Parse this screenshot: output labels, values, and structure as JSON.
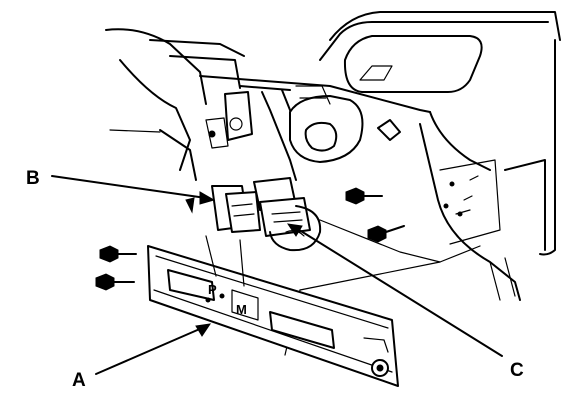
{
  "callouts": {
    "a": "A",
    "b": "B",
    "c": "C"
  },
  "part_markings": {
    "left": "P",
    "right": "M"
  }
}
